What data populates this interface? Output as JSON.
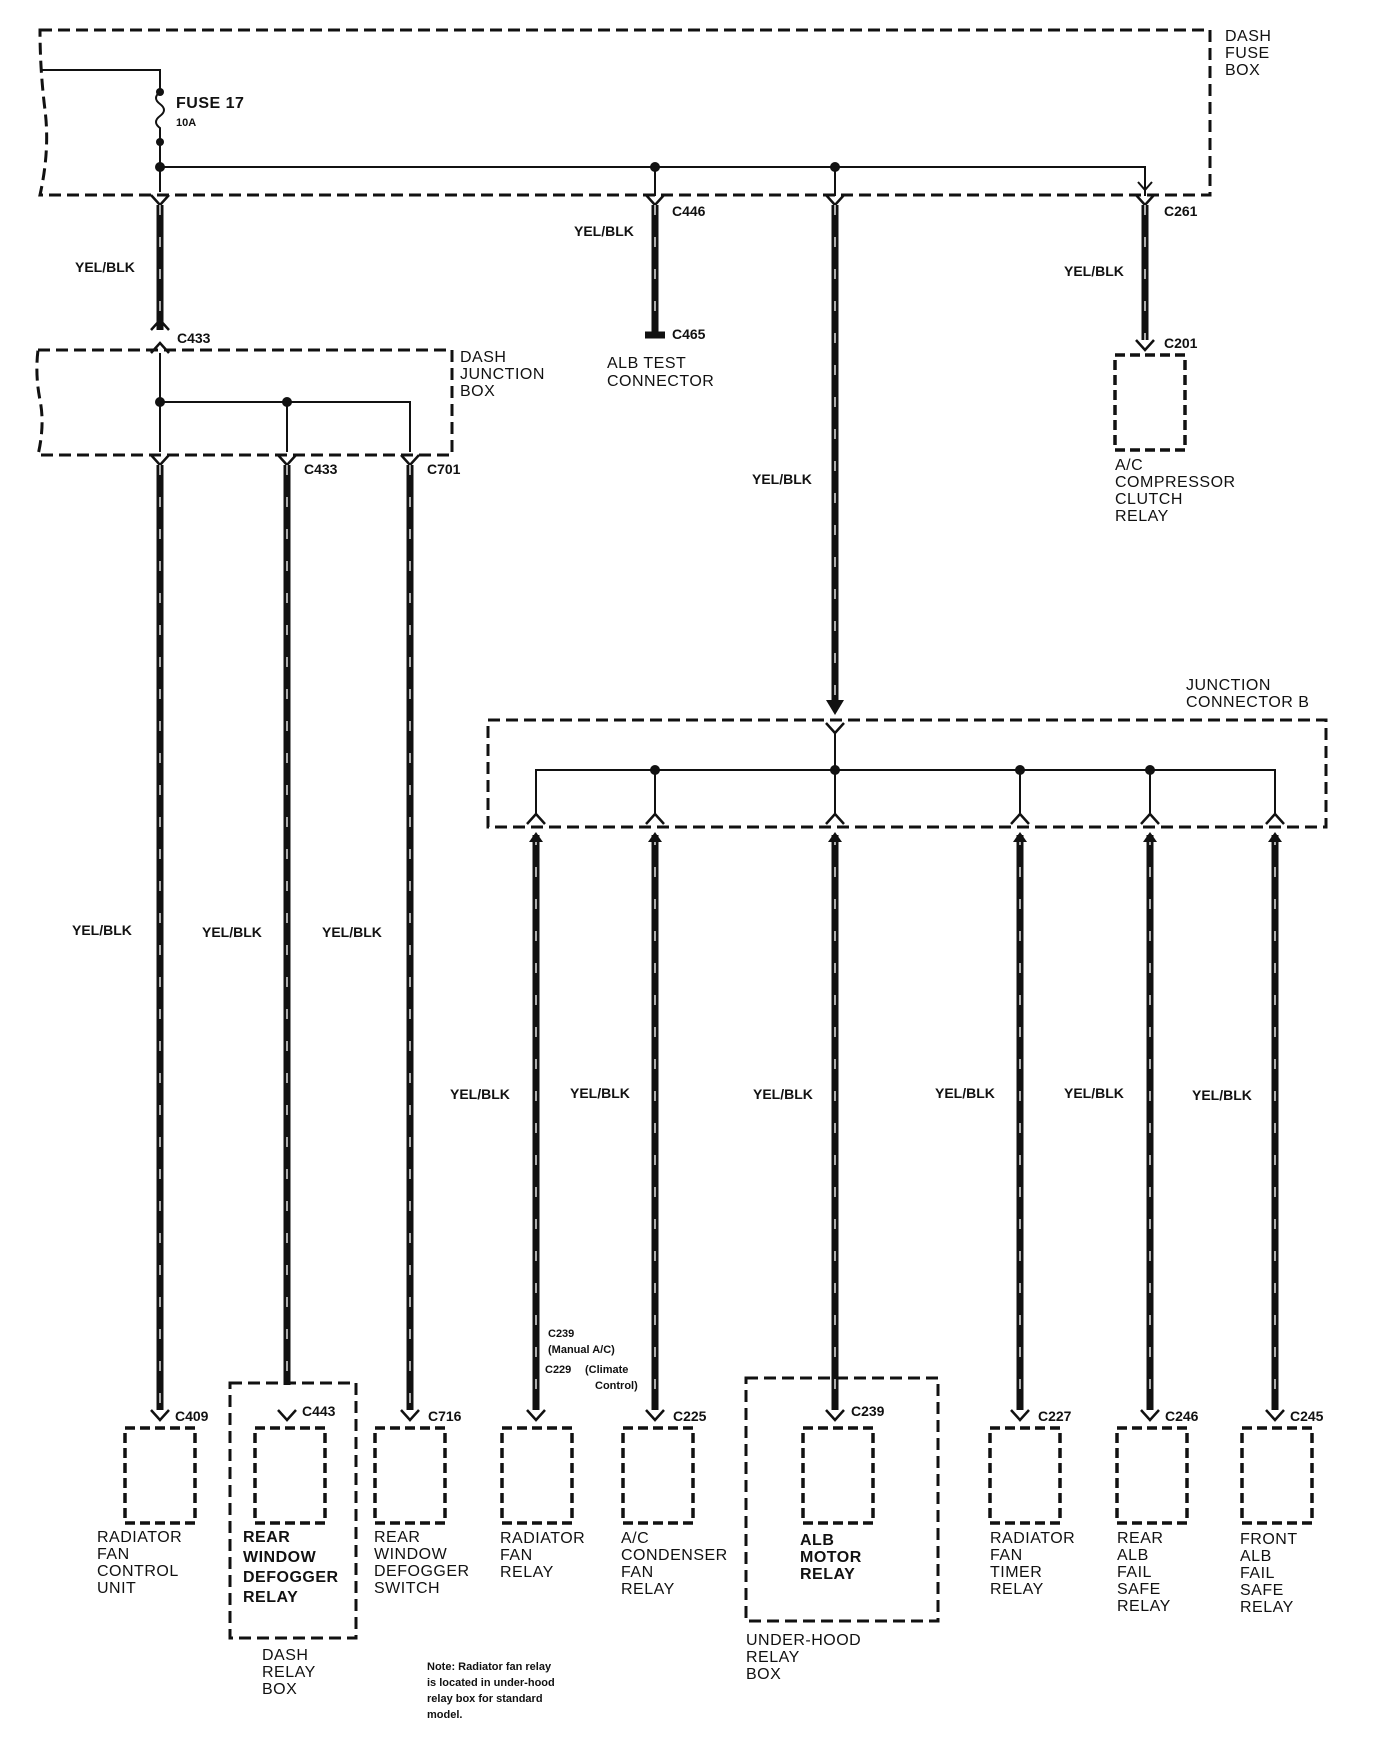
{
  "wire_color": "YEL/BLK",
  "dash_fuse_box": {
    "lines": [
      "DASH",
      "FUSE",
      "BOX"
    ]
  },
  "fuse": {
    "name": "FUSE 17",
    "rating": "10A"
  },
  "dash_junction_box": {
    "lines": [
      "DASH",
      "JUNCTION",
      "BOX"
    ]
  },
  "junction_connector_b": {
    "lines": [
      "JUNCTION",
      "CONNECTOR B"
    ]
  },
  "connectors": {
    "c446": "C446",
    "c465": "C465",
    "c261": "C261",
    "c201": "C201",
    "c433_in": "C433",
    "c433_out": "C433",
    "c701": "C701",
    "c409": "C409",
    "c443": "C443",
    "c716": "C716",
    "c239_manual": "C239",
    "c229": "C229",
    "c225": "C225",
    "c239": "C239",
    "c227": "C227",
    "c246": "C246",
    "c245": "C245"
  },
  "connector_notes": {
    "manual_ac": "(Manual A/C)",
    "climate_1": "(Climate",
    "climate_2": "Control)"
  },
  "alb_test_connector": {
    "lines": [
      "ALB TEST",
      "CONNECTOR"
    ]
  },
  "ac_compressor_clutch_relay": {
    "lines": [
      "A/C",
      "COMPRESSOR",
      "CLUTCH",
      "RELAY"
    ]
  },
  "components": {
    "radiator_fan_control_unit": [
      "RADIATOR",
      "FAN",
      "CONTROL",
      "UNIT"
    ],
    "rear_window_defogger_relay": [
      "REAR",
      "WINDOW",
      "DEFOGGER",
      "RELAY"
    ],
    "rear_window_defogger_switch": [
      "REAR",
      "WINDOW",
      "DEFOGGER",
      "SWITCH"
    ],
    "radiator_fan_relay": [
      "RADIATOR",
      "FAN",
      "RELAY"
    ],
    "ac_condenser_fan_relay": [
      "A/C",
      "CONDENSER",
      "FAN",
      "RELAY"
    ],
    "alb_motor_relay": [
      "ALB",
      "MOTOR",
      "RELAY"
    ],
    "radiator_fan_timer_relay": [
      "RADIATOR",
      "FAN",
      "TIMER",
      "RELAY"
    ],
    "rear_alb_fail_safe_relay": [
      "REAR",
      "ALB",
      "FAIL",
      "SAFE",
      "RELAY"
    ],
    "front_alb_fail_safe_relay": [
      "FRONT",
      "ALB",
      "FAIL",
      "SAFE",
      "RELAY"
    ]
  },
  "dash_relay_box": {
    "lines": [
      "DASH",
      "RELAY",
      "BOX"
    ]
  },
  "under_hood_relay_box": {
    "lines": [
      "UNDER-HOOD",
      "RELAY",
      "BOX"
    ]
  },
  "note": {
    "lines": [
      "Note: Radiator fan relay",
      "is located in under-hood",
      "relay box for standard",
      "model."
    ]
  }
}
